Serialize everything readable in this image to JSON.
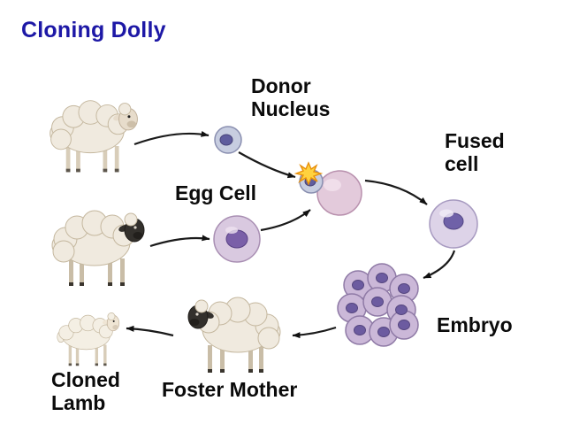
{
  "title": "Cloning Dolly",
  "labels": {
    "donor_nucleus": "Donor\nNucleus",
    "egg_cell": "Egg Cell",
    "fused_cell": "Fused\ncell",
    "embryo": "Embryo",
    "foster_mother": "Foster Mother",
    "cloned_lamb": "Cloned\nLamb"
  },
  "figures": {
    "donor_sheep": "white-faced sheep",
    "egg_donor_sheep": "black-faced sheep",
    "foster_mother_sheep": "black-faced sheep",
    "cloned_lamb": "white lamb",
    "fusion_spark": "electric spark"
  },
  "colors": {
    "title_text": "#1d18a6",
    "label_text": "#0b0b0b",
    "arrow": "#1a1a1a",
    "wool": "#f0eadf",
    "wool_outline": "#c4b79e",
    "black_face": "#33302c",
    "white_face": "#e7dccb",
    "donor_cell_cytoplasm": "#c7cde0",
    "egg_cytoplasm": "#d9c9e0",
    "fused_cell_cytoplasm": "#ddd3e8",
    "embryo_cell": "#cbb8d8",
    "nucleus": "#6c5ba0",
    "spark": "#ffd23e"
  }
}
